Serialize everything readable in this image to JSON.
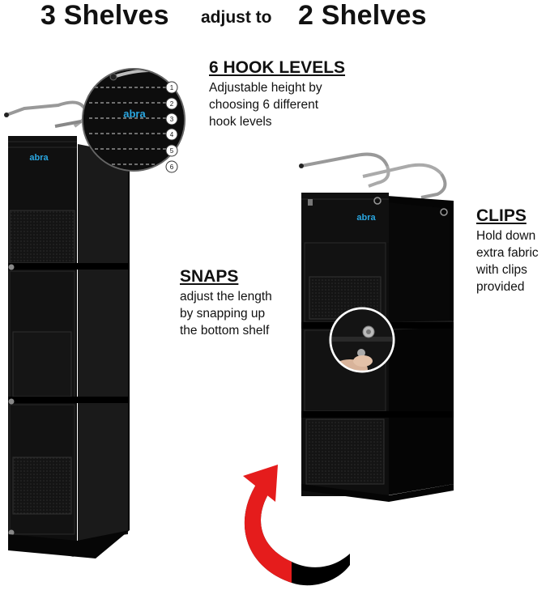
{
  "header": {
    "left": "3 Shelves",
    "middle": "adjust to",
    "right": "2 Shelves"
  },
  "hook_levels": {
    "title": "6 HOOK LEVELS",
    "body": [
      "Adjustable height by",
      "choosing 6 different",
      "hook levels"
    ],
    "numbers": [
      "1",
      "2",
      "3",
      "4",
      "5",
      "6"
    ]
  },
  "snaps": {
    "title": "SNAPS",
    "body": [
      "adjust the length",
      "by snapping up",
      "the bottom shelf"
    ]
  },
  "clips": {
    "title": "CLIPS",
    "body": [
      "Hold down",
      "extra fabric",
      "with clips",
      "provided"
    ]
  },
  "brand": "abra",
  "colors": {
    "fabric": "#0c0c0c",
    "brand": "#2aa6e0",
    "arrow_red": "#e51c1c",
    "arrow_black": "#000000"
  }
}
